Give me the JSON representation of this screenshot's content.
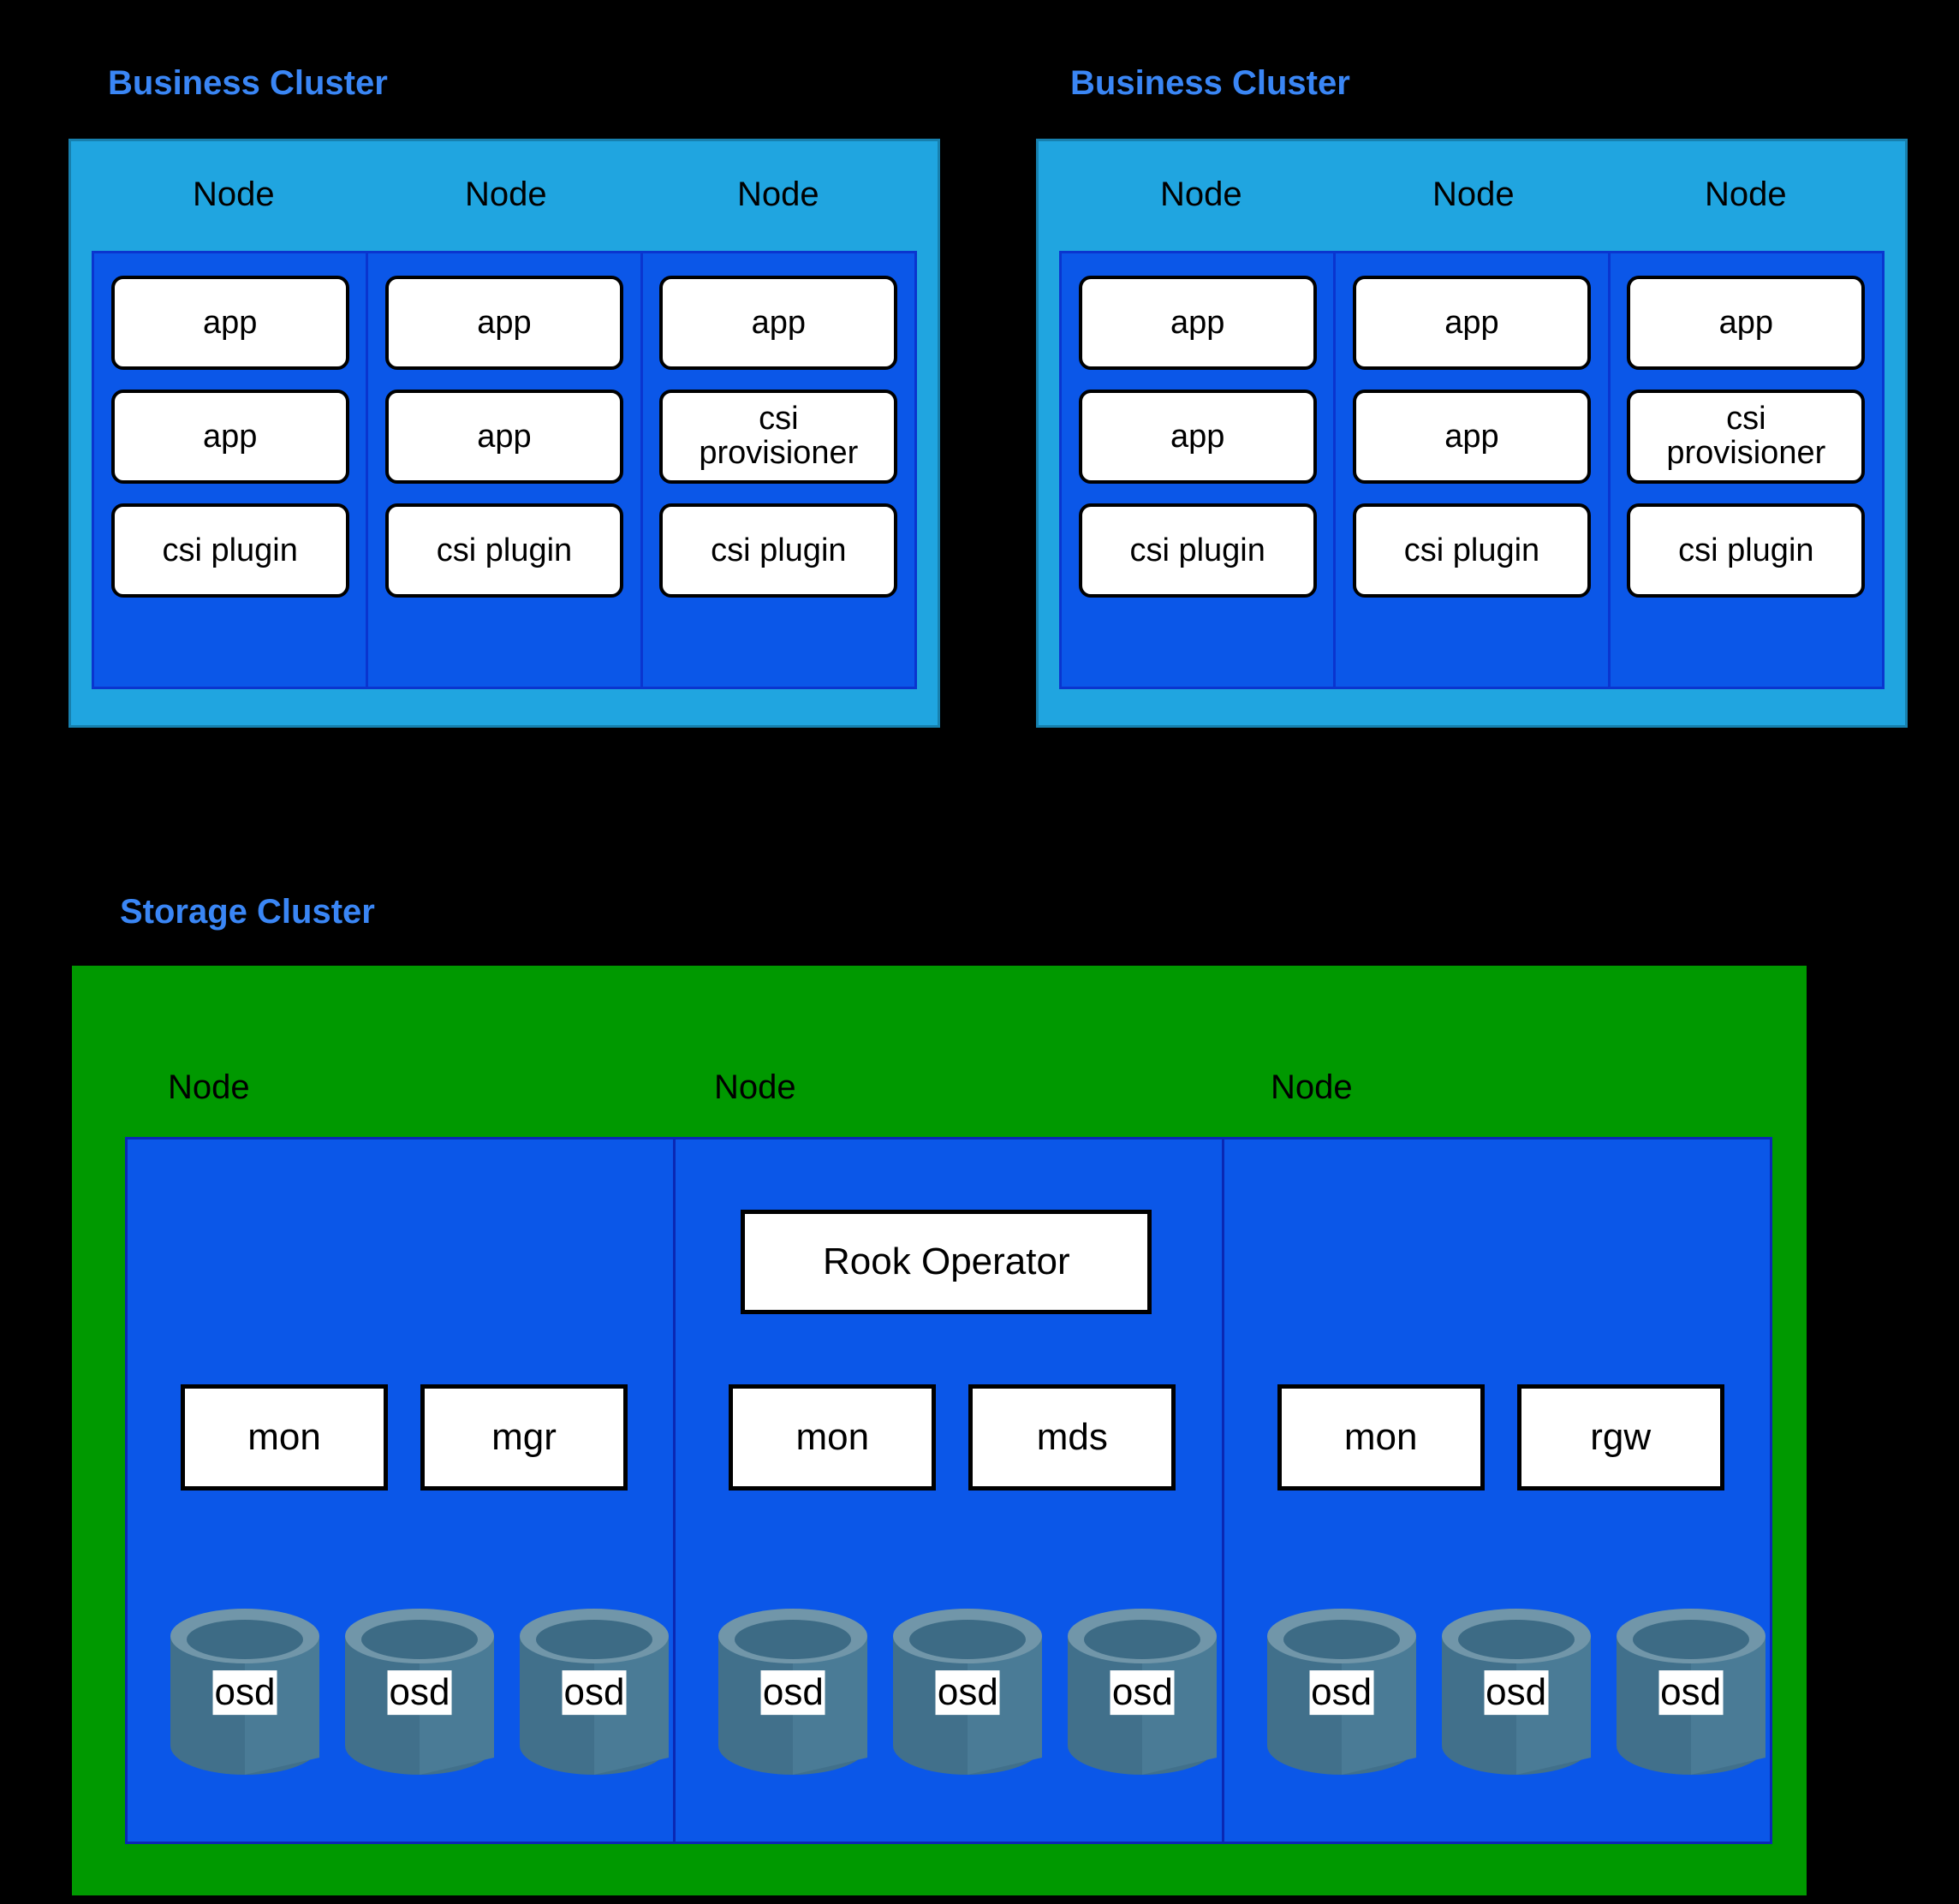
{
  "diagram": {
    "title_color": "#3a86f5",
    "background": "#000000",
    "business_cluster_fill": "#20a5e0",
    "node_fill": "#0b57e8",
    "storage_cluster_fill": "#009900",
    "pod_fill": "#ffffff",
    "osd_fill": "#41708b"
  },
  "business_clusters": [
    {
      "title": "Business Cluster",
      "nodes": [
        {
          "label": "Node",
          "pods": [
            "app",
            "app",
            "csi plugin"
          ]
        },
        {
          "label": "Node",
          "pods": [
            "app",
            "app",
            "csi plugin"
          ]
        },
        {
          "label": "Node",
          "pods": [
            "app",
            "csi\nprovisioner",
            "csi plugin"
          ]
        }
      ]
    },
    {
      "title": "Business Cluster",
      "nodes": [
        {
          "label": "Node",
          "pods": [
            "app",
            "app",
            "csi plugin"
          ]
        },
        {
          "label": "Node",
          "pods": [
            "app",
            "app",
            "csi plugin"
          ]
        },
        {
          "label": "Node",
          "pods": [
            "app",
            "csi\nprovisioner",
            "csi plugin"
          ]
        }
      ]
    }
  ],
  "storage_cluster": {
    "title": "Storage Cluster",
    "nodes": [
      {
        "label": "Node",
        "operator": null,
        "daemons": [
          "mon",
          "mgr"
        ],
        "osds": [
          "osd",
          "osd",
          "osd"
        ]
      },
      {
        "label": "Node",
        "operator": "Rook Operator",
        "daemons": [
          "mon",
          "mds"
        ],
        "osds": [
          "osd",
          "osd",
          "osd"
        ]
      },
      {
        "label": "Node",
        "operator": null,
        "daemons": [
          "mon",
          "rgw"
        ],
        "osds": [
          "osd",
          "osd",
          "osd"
        ]
      }
    ]
  }
}
